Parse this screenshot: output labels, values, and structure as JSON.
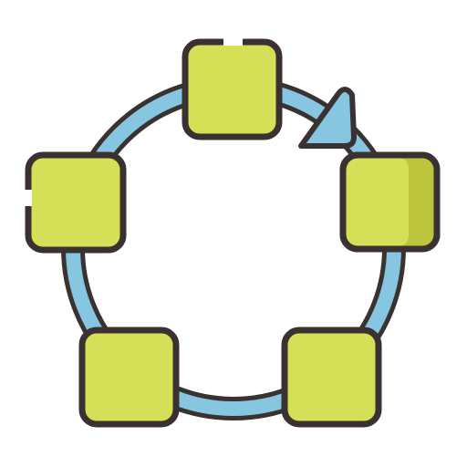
{
  "icon": {
    "name": "cycle-process-icon",
    "nodes": [
      {
        "name": "node-top"
      },
      {
        "name": "node-right"
      },
      {
        "name": "node-bottom-right"
      },
      {
        "name": "node-bottom-left"
      },
      {
        "name": "node-left"
      }
    ],
    "colors": {
      "ring": "#86c6e0",
      "node_fill": "#d5e057",
      "node_shade": "#bcc53c",
      "outline": "#3a3131",
      "background": "#ffffff"
    }
  }
}
